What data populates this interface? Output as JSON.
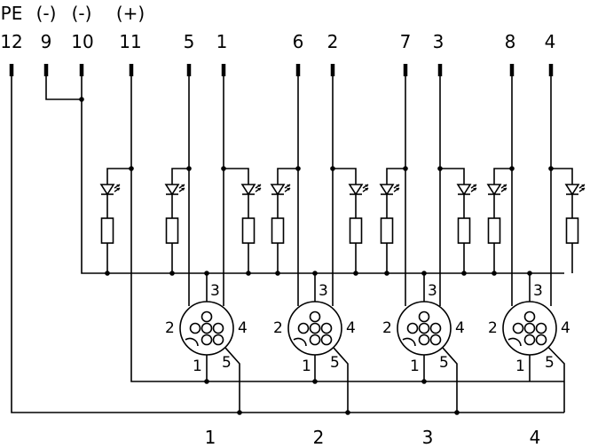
{
  "terminals": [
    {
      "pin": "12",
      "polarity": "PE"
    },
    {
      "pin": "9",
      "polarity": "(-)"
    },
    {
      "pin": "10",
      "polarity": "(-)"
    },
    {
      "pin": "11",
      "polarity": "(+)"
    },
    {
      "pin": "5",
      "polarity": ""
    },
    {
      "pin": "1",
      "polarity": ""
    },
    {
      "pin": "6",
      "polarity": ""
    },
    {
      "pin": "2",
      "polarity": ""
    },
    {
      "pin": "7",
      "polarity": ""
    },
    {
      "pin": "3",
      "polarity": ""
    },
    {
      "pin": "8",
      "polarity": ""
    },
    {
      "pin": "4",
      "polarity": ""
    }
  ],
  "connector_pins": {
    "top": "3",
    "left": "2",
    "right": "4",
    "bottom": "1",
    "bottom_right": "5"
  },
  "ports": [
    "1",
    "2",
    "3",
    "4"
  ]
}
